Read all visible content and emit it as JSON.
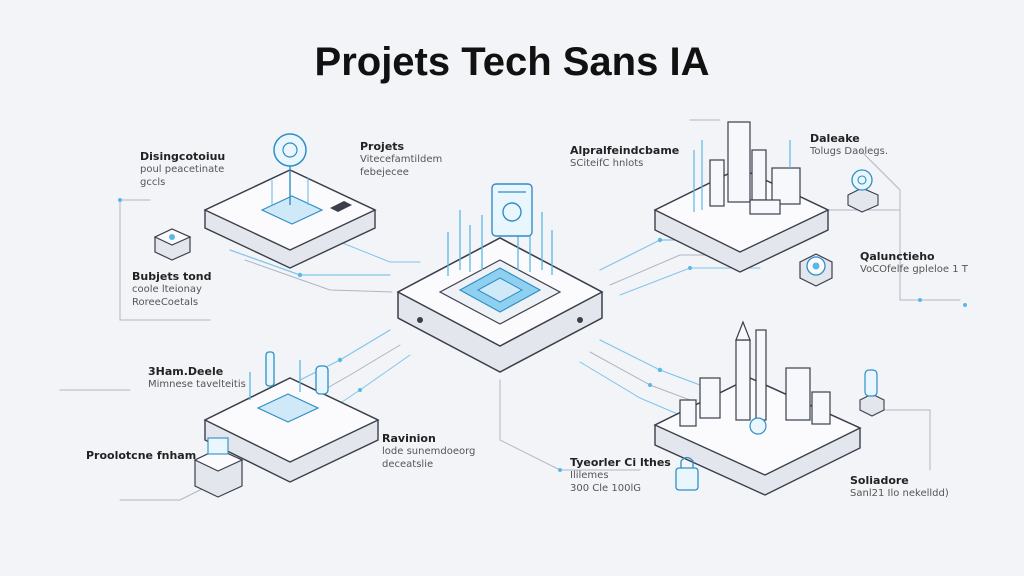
{
  "title": "Projets Tech Sans IA",
  "colors": {
    "background": "#f3f4f7",
    "platform_top": "#fbfbfd",
    "platform_side": "#e3e6ed",
    "outline": "#3a3f4a",
    "accent_blue": "#5bb8e6",
    "accent_light": "#cfe9f8"
  },
  "labels": {
    "tl_title": "Disingcotoiuu",
    "tl_sub1": "poul peacetinate",
    "tl_sub2": "gccls",
    "tl2_title": "Projets",
    "tl2_sub1": "Vitecefamtildem",
    "tl2_sub2": "febejecee",
    "ml_title": "Bubjets tond",
    "ml_sub1": "coole lteionay",
    "ml_sub2": "RoreeCoetals",
    "ct_title": "Alpralfeindcbame",
    "ct_sub1": "SCiteifC hnlots",
    "tr_title": "Daleake",
    "tr_sub1": "Tolugs Daolegs.",
    "rm_title": "Qalunctieho",
    "rm_sub1": "VoCOfelfe gpleloe 1 T",
    "bl_title": "3Ham.Deele",
    "bl_sub1": "Mimnese tavelteitis",
    "bl2_title": "Proolotcne fnham",
    "bc_title": "Ravinion",
    "bc_sub1": "lode sunemdoeorg",
    "bc_sub2": "deceatslie",
    "bm_title": "Tyeorler Ci lthes",
    "bm_sub1": "Ililemes",
    "bm_sub2": "300 Cle 100lG",
    "br_title": "Soliadore",
    "br_sub1": "Sanl21 Ilo nekelldd)"
  }
}
